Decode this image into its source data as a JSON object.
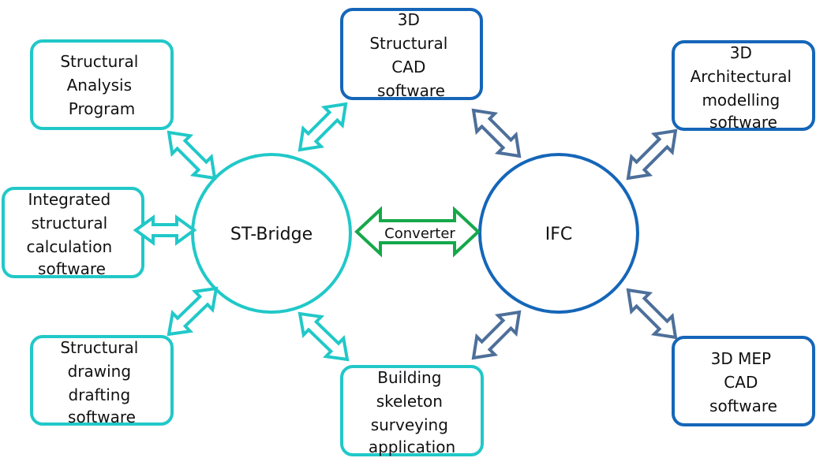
{
  "colors": {
    "stbridge": "#21c8c8",
    "ifc": "#1566b8",
    "arrow_ifc": "#4d6f9a",
    "converter": "#15a84a",
    "text": "#111111"
  },
  "hubs": {
    "stbridge": "ST-Bridge",
    "ifc": "IFC"
  },
  "converter": "Converter",
  "boxes": {
    "analysis": [
      "Structural",
      "Analysis",
      "Program"
    ],
    "integrated": [
      "Integrated",
      "structural",
      "calculation",
      "software"
    ],
    "drawing": [
      "Structural",
      "drawing",
      "drafting",
      "software"
    ],
    "cad3d": [
      "3D",
      "Structural",
      "CAD",
      "software"
    ],
    "skeleton": [
      "Building",
      "skeleton",
      "surveying",
      "application"
    ],
    "arch": [
      "3D",
      "Architectural",
      "modelling",
      "software"
    ],
    "mep": [
      "3D MEP",
      "CAD",
      "software"
    ]
  }
}
